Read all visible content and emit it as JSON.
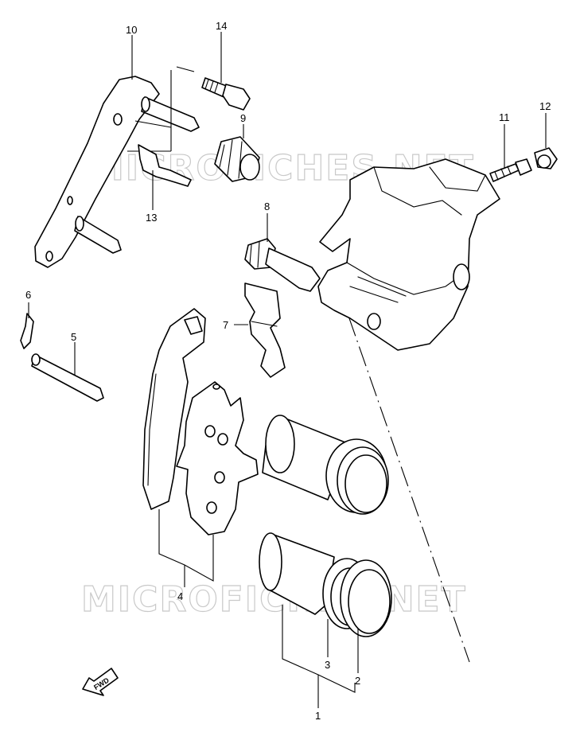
{
  "diagram": {
    "watermark_top": "MICROFICHES.NET",
    "watermark_bottom": "MICROFICHES.NET",
    "fwd_label": "FWD",
    "callouts": [
      {
        "id": "c1",
        "label": "1"
      },
      {
        "id": "c2",
        "label": "2"
      },
      {
        "id": "c3",
        "label": "3"
      },
      {
        "id": "c4",
        "label": "4"
      },
      {
        "id": "c5",
        "label": "5"
      },
      {
        "id": "c6",
        "label": "6"
      },
      {
        "id": "c7",
        "label": "7"
      },
      {
        "id": "c8",
        "label": "8"
      },
      {
        "id": "c9",
        "label": "9"
      },
      {
        "id": "c10",
        "label": "10"
      },
      {
        "id": "c11",
        "label": "11"
      },
      {
        "id": "c12",
        "label": "12"
      },
      {
        "id": "c13",
        "label": "13"
      },
      {
        "id": "c14",
        "label": "14"
      }
    ]
  }
}
